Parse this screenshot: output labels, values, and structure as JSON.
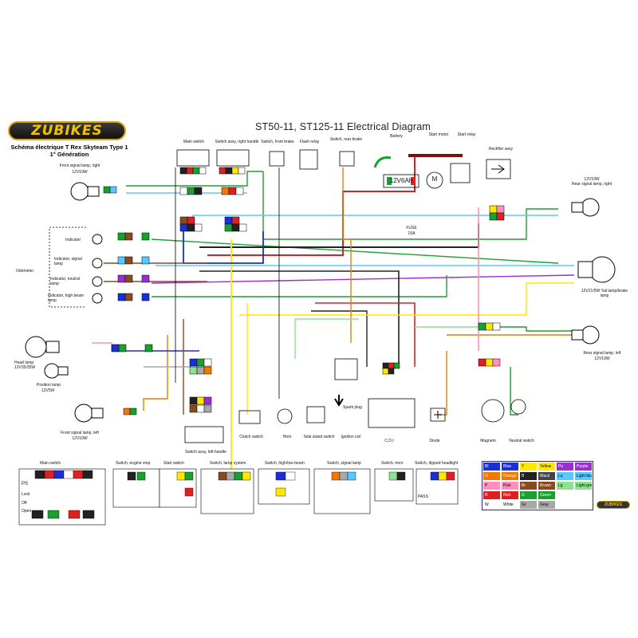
{
  "header": {
    "logo": "ZUBIKES",
    "subtitle_line1": "Schéma électrique T Rex Skyteam Type 1",
    "subtitle_line2": "1° Génération",
    "title": "ST50-11, ST125-11 Electrical Diagram"
  },
  "component_labels": {
    "main_switch": "Main switch",
    "switch_right_handle": "Switch assy, right handle",
    "switch_front_brake": "Switch, front brake",
    "flash_relay": "Flash relay",
    "switch_rear_brake": "Switch, rear brake",
    "battery": "Battery",
    "battery_rating": "12V6Ah",
    "start_motor": "Start motor",
    "start_relay": "Start relay",
    "rectifier": "Rectifier assy",
    "front_signal_right": "Front signal lamp, right",
    "front_signal_right_rating": "12V10W",
    "rear_signal_right": "Rear signal lamp, right",
    "rear_signal_right_rating": "12V10W",
    "odometer": "Odometer",
    "indicator": "Indicator",
    "indicator_signal": "Indicator, signal lamp",
    "indicator_neutral": "Indicator, neutral lamp",
    "indicator_high_beam": "Indicator, high beam lamp",
    "fuse": "FUSE",
    "fuse_rating": "15A",
    "tail_lamp": "12V21/5W Tail lamp/brake lamp",
    "head_lamp": "Head lamp",
    "head_lamp_rating": "12V35/35W",
    "position_lamp": "Position lamp",
    "position_lamp_rating": "12V5W",
    "rear_signal_left": "Rear signal lamp, left",
    "rear_signal_left_rating": "12V10W",
    "front_signal_left": "Front signal lamp, left",
    "front_signal_left_rating": "12V10W",
    "clutch_switch": "Clutch switch",
    "horn": "Horn",
    "side_stand_switch": "Side stand switch",
    "spark_plug": "Spark plug",
    "ignition_coil": "Ignition coil",
    "cdi": "C.D.I",
    "diode": "Diode",
    "magneto": "Magneto",
    "neutral_switch": "Neutral switch",
    "switch_left_handle": "Switch assy, left handle",
    "start_motor_symbol": "M"
  },
  "switch_tables": [
    {
      "title": "Main switch",
      "rows": [
        "PS",
        "Lock",
        "Off",
        "Open"
      ]
    },
    {
      "title": "Switch, engine stop"
    },
    {
      "title": "Start switch"
    },
    {
      "title": "Switch, lamp system"
    },
    {
      "title": "Switch, high/low beam"
    },
    {
      "title": "Switch, signal lamp"
    },
    {
      "title": "Switch, horn"
    },
    {
      "title": "Switch, dipped headlight",
      "rows": [
        "PASS"
      ]
    }
  ],
  "wire_codes": {
    "Gr": "Gr",
    "Lu": "Lu",
    "Br": "Br",
    "Lg": "Lg",
    "Y": "Y",
    "W": "W",
    "B": "B",
    "G": "G",
    "R": "R",
    "O": "O",
    "P": "P",
    "Bl": "Bl"
  },
  "legend": [
    {
      "code": "Bl",
      "name": "Blue",
      "code_color": "#1a2fd6",
      "name_color": "#1a2fd6"
    },
    {
      "code": "Y",
      "name": "Yellow",
      "code_color": "#ffe800",
      "name_color": "#ffe800"
    },
    {
      "code": "Pu",
      "name": "Purple",
      "code_color": "#9a2fd0",
      "name_color": "#9a2fd0"
    },
    {
      "code": "O",
      "name": "Orange",
      "code_color": "#f07a00",
      "name_color": "#f07a00"
    },
    {
      "code": "B",
      "name": "Black",
      "code_color": "#222222",
      "name_color": "#444444"
    },
    {
      "code": "Lu",
      "name": "Light blue",
      "code_color": "#58c8ff",
      "name_color": "#58c8ff"
    },
    {
      "code": "P",
      "name": "Pink",
      "code_color": "#ff8fc0",
      "name_color": "#ff8fc0"
    },
    {
      "code": "Br",
      "name": "Brown",
      "code_color": "#8a4a20",
      "name_color": "#8a4a20"
    },
    {
      "code": "Lg",
      "name": "Light green",
      "code_color": "#8fe08f",
      "name_color": "#8fe08f"
    },
    {
      "code": "R",
      "name": "Red",
      "code_color": "#e02020",
      "name_color": "#e02020"
    },
    {
      "code": "G",
      "name": "Green",
      "code_color": "#18a030",
      "name_color": "#18a030"
    },
    {
      "code": "",
      "name": "",
      "code_color": "#ffffff",
      "name_color": "#ffffff"
    },
    {
      "code": "W",
      "name": "White",
      "code_color": "#ffffff",
      "name_color": "#ffffff"
    },
    {
      "code": "Gr",
      "name": "Gray",
      "code_color": "#a8a8a8",
      "name_color": "#a8a8a8"
    },
    {
      "code": "",
      "name": "",
      "code_color": "#ffffff",
      "name_color": "#ffffff"
    }
  ],
  "footer_logo": "ZUBIKES"
}
